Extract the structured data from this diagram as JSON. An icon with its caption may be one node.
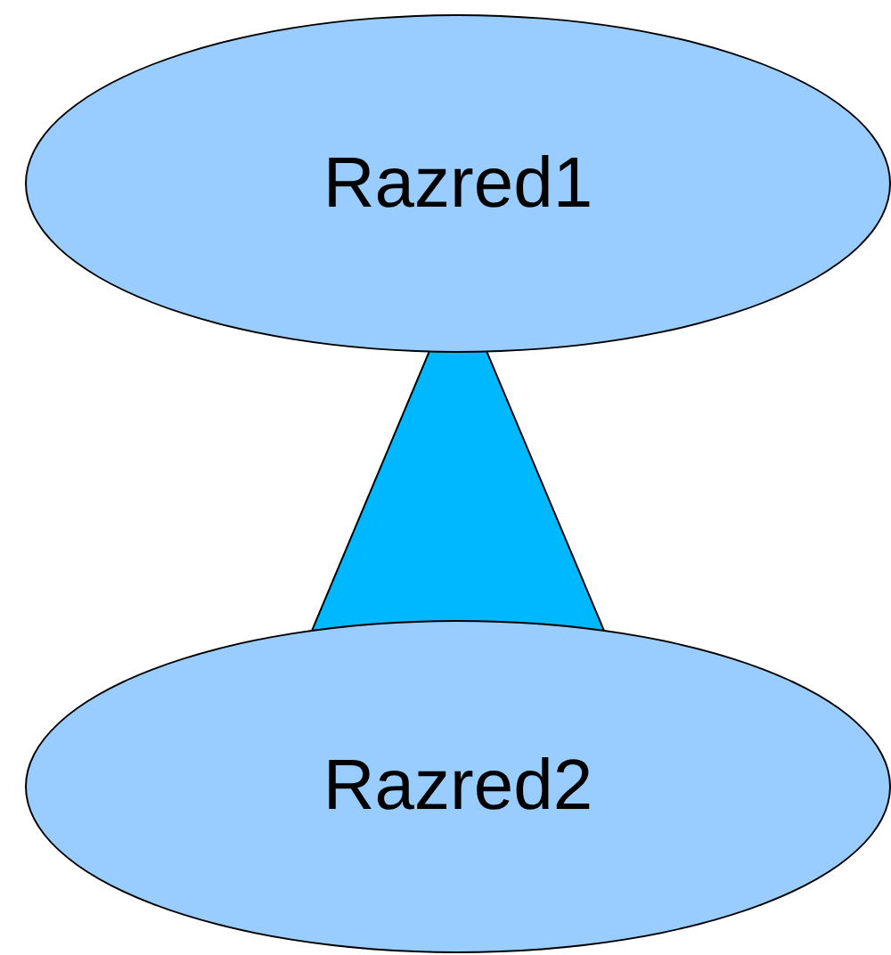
{
  "diagram": {
    "nodes": [
      {
        "text": [
          "Razred1"
        ]
      },
      {
        "text": [
          "Razred2"
        ]
      }
    ],
    "edges": [
      {
        "from": 0,
        "to": 1,
        "arrow": "none",
        "color": "#00b8ff"
      }
    ]
  }
}
